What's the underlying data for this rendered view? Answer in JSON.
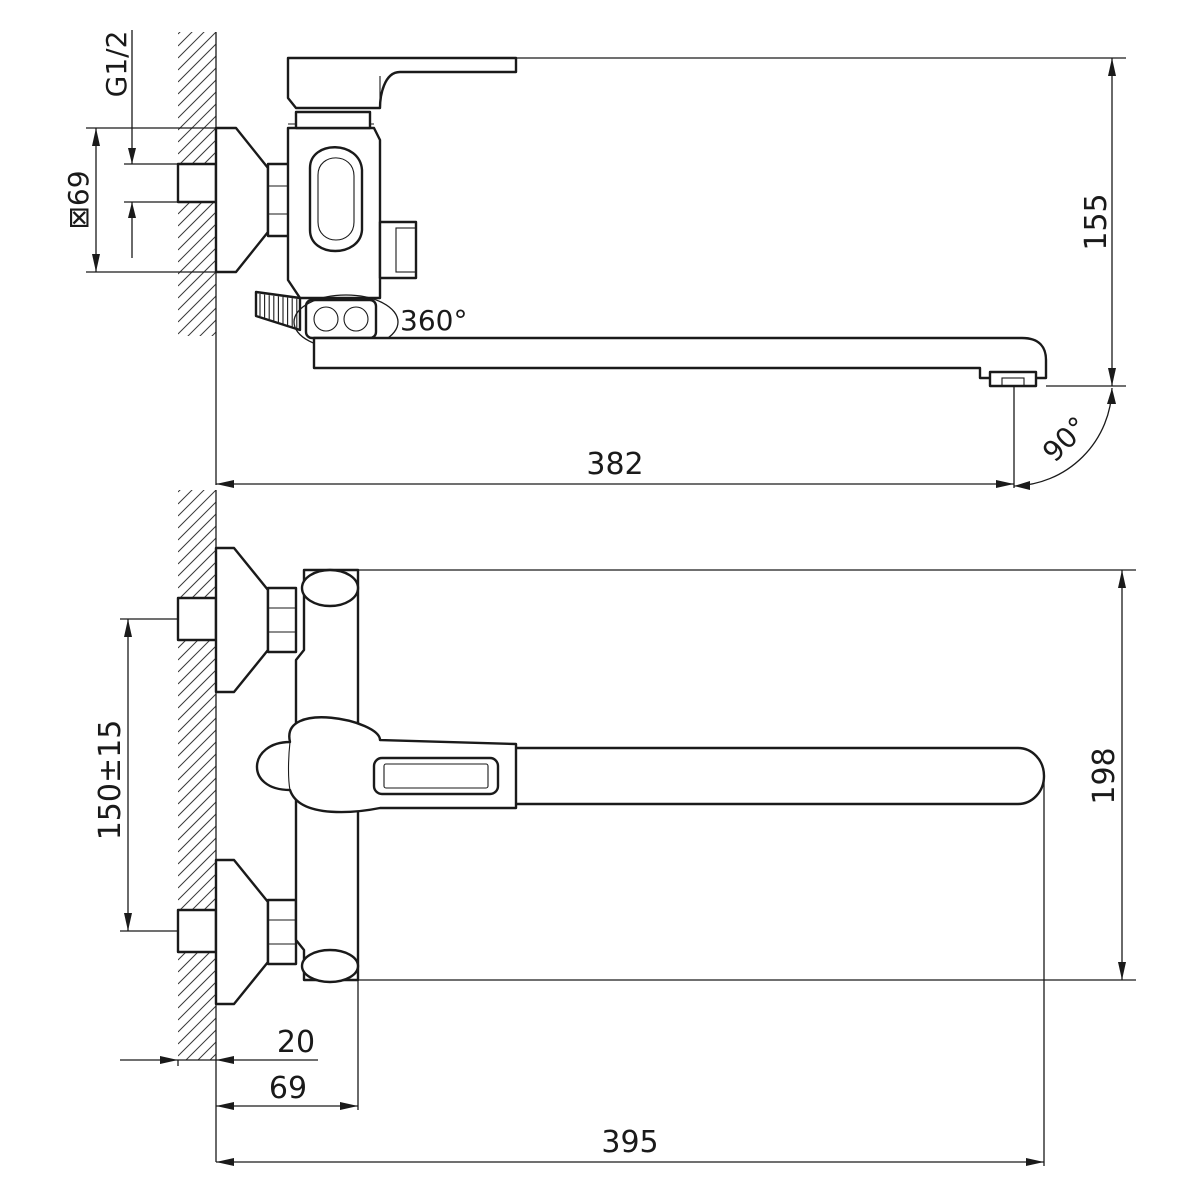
{
  "drawing": {
    "line_color": "#1a1a1a",
    "background": "#ffffff",
    "top_view": {
      "thread_label": "G1/2",
      "flange_label": "⊠69",
      "height_label": "155",
      "rotation_label": "360°",
      "angle_label": "90°",
      "reach_label": "382"
    },
    "front_view": {
      "centers_label": "150±15",
      "height_label": "198",
      "wall_gap_label": "20",
      "depth_label": "69",
      "total_label": "395"
    }
  }
}
